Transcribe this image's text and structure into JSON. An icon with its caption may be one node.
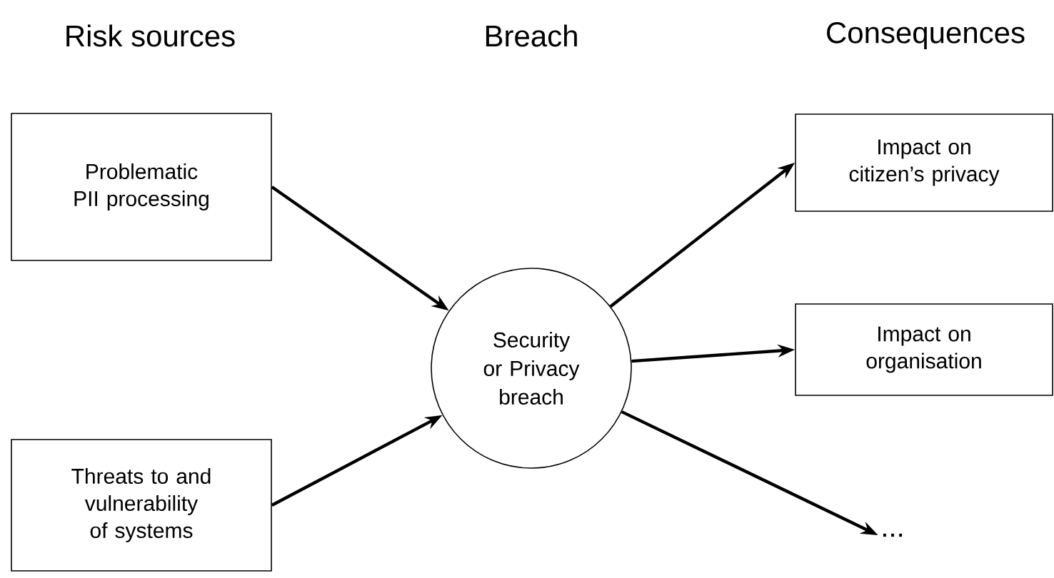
{
  "diagram": {
    "nodes": [
      {
        "text": [
          "Problematic PII processing"
        ]
      },
      {
        "text": [
          "Threats to and vulnerability of systems"
        ]
      },
      {
        "text": [
          "Security or Privacy breach"
        ]
      },
      {
        "text": [
          "Impact on citizen’s privacy"
        ]
      },
      {
        "text": [
          "Impact on organisation"
        ]
      },
      {
        "text": [
          "..."
        ]
      }
    ],
    "edges": [
      {
        "from": 0,
        "to": 2,
        "arrow": "to"
      },
      {
        "from": 1,
        "to": 2,
        "arrow": "to"
      },
      {
        "from": 2,
        "to": 3,
        "arrow": "to"
      },
      {
        "from": 2,
        "to": 4,
        "arrow": "to"
      },
      {
        "from": 2,
        "to": 5,
        "arrow": "to"
      }
    ],
    "labels": [
      "Risk sources",
      "Breach",
      "Consequences"
    ]
  }
}
